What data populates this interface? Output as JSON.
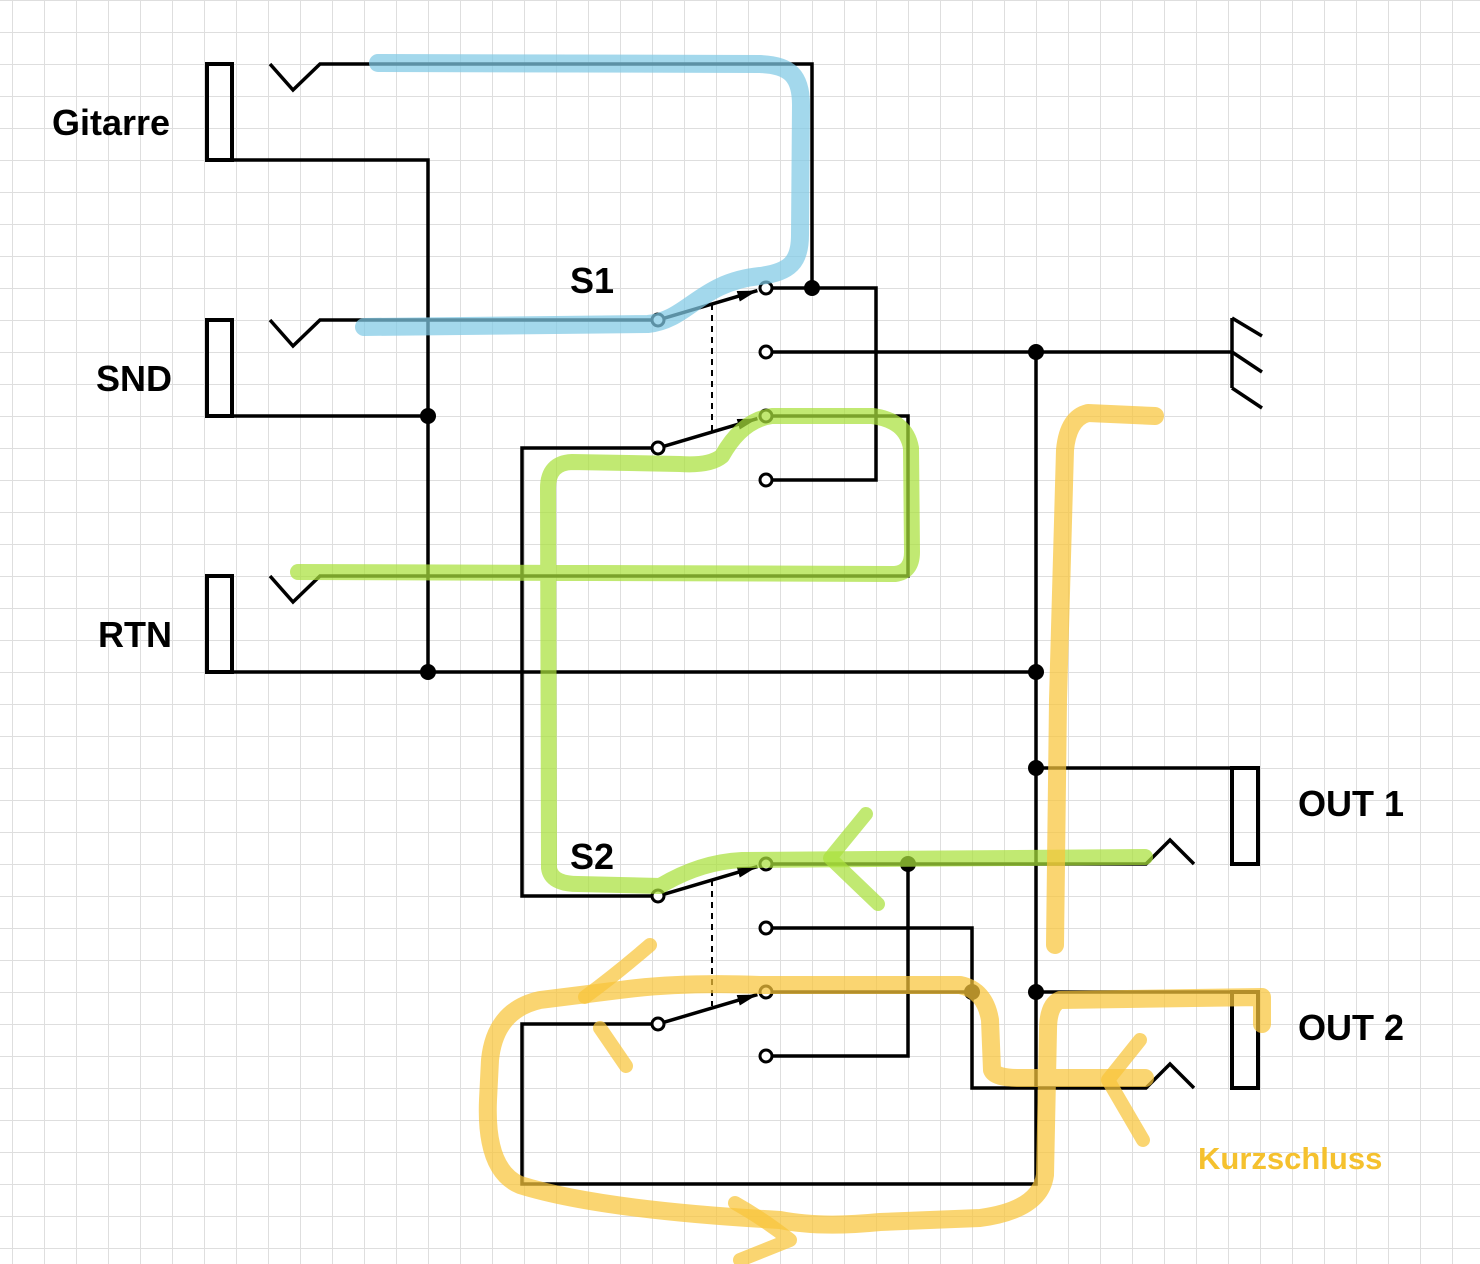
{
  "labels": {
    "guitar": "Gitarre",
    "snd": "SND",
    "rtn": "RTN",
    "s1": "S1",
    "s2": "S2",
    "out1": "OUT 1",
    "out2": "OUT 2",
    "short_circuit": "Kurzschluss"
  },
  "colors": {
    "wire": "#000000",
    "highlight_blue": "#7fc9e4",
    "highlight_green": "#a9e03c",
    "highlight_yellow": "#f8c53a",
    "short_circuit_label": "#f5c12e"
  }
}
